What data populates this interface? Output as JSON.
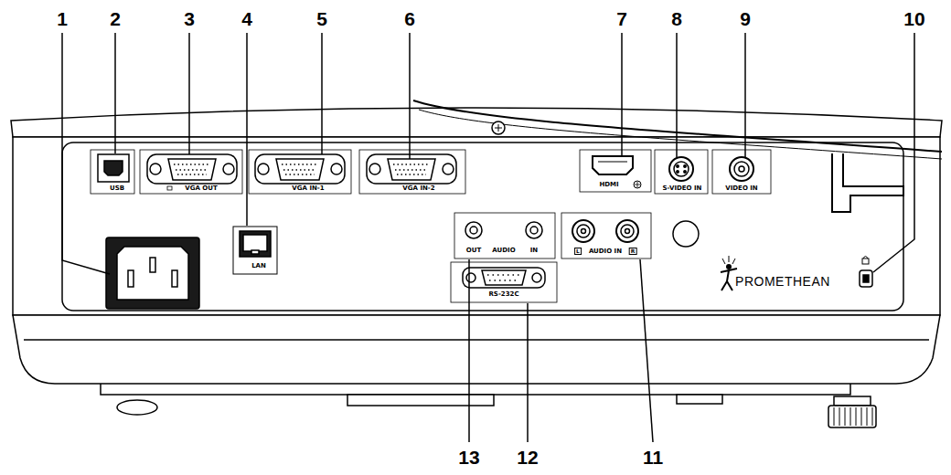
{
  "diagram": {
    "labels": [
      "1",
      "2",
      "3",
      "4",
      "5",
      "6",
      "7",
      "8",
      "9",
      "10",
      "USB",
      "VGA OUT",
      "VGA IN-1",
      "VGA IN-2",
      "HDMI",
      "S-VIDEO IN",
      "VIDEO IN",
      "OUT",
      "AUDIO",
      "IN",
      "L",
      "AUDIO IN",
      "R",
      "LAN",
      "RS-232C",
      "PROMETHEAN",
      "13",
      "12",
      "11"
    ]
  }
}
